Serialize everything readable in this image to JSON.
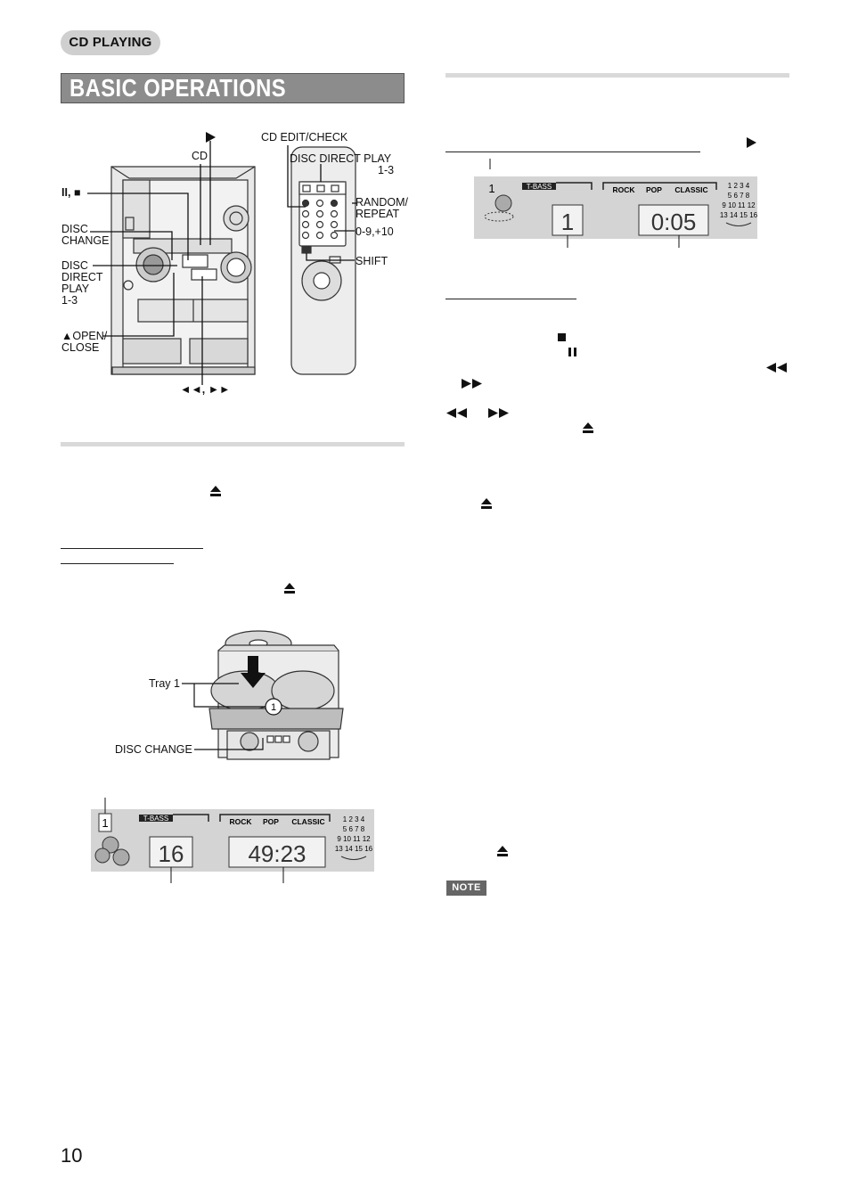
{
  "header": {
    "section_badge": "CD PLAYING",
    "title": "BASIC OPERATIONS"
  },
  "fig_unit": {
    "labels": {
      "play": "►",
      "cd": "CD",
      "pause_stop": "II, ■",
      "disc_change": [
        "DISC",
        "CHANGE"
      ],
      "disc_direct_play": [
        "DISC",
        "DIRECT",
        "PLAY",
        "1-3"
      ],
      "open_close": [
        "▲OPEN/",
        "CLOSE"
      ],
      "skip": "◄◄, ►►",
      "cd_edit_check": "CD EDIT/CHECK",
      "remote_disc_direct_play": [
        "DISC DIRECT PLAY",
        "1-3"
      ],
      "random_repeat": [
        "RANDOM/",
        "REPEAT"
      ],
      "numbers": "0-9,+10",
      "shift": "SHIFT"
    }
  },
  "fig_tray": {
    "tray_label": "Tray 1",
    "disc_change_label": "DISC CHANGE",
    "tray_number": "1"
  },
  "display_left": {
    "tbass": "T-BASS",
    "modes": [
      "ROCK",
      "POP",
      "CLASSIC"
    ],
    "disc_number": "1",
    "track_count": "16",
    "total_time": "49:23",
    "grid": [
      "1 2 3 4",
      "5 6 7 8",
      "9 10 11 12",
      "13 14 15 16"
    ]
  },
  "display_right": {
    "tbass": "T-BASS",
    "modes": [
      "ROCK",
      "POP",
      "CLASSIC"
    ],
    "disc_number": "1",
    "track_number": "1",
    "elapsed_time": "0:05",
    "grid": [
      "1 2 3 4",
      "5 6 7 8",
      "9 10 11 12",
      "13 14 15 16"
    ]
  },
  "footer": {
    "note_badge": "NOTE",
    "page_number": "10"
  }
}
